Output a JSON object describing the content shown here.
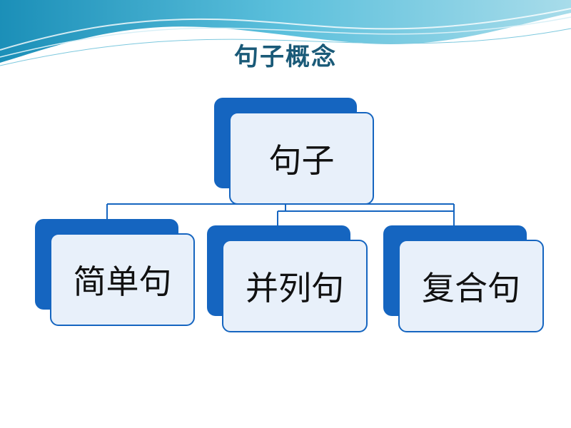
{
  "title": "句子概念",
  "root": {
    "label": "句子"
  },
  "children": [
    {
      "label": "简单句"
    },
    {
      "label": "并列句"
    },
    {
      "label": "复合句"
    }
  ],
  "colors": {
    "node_dark": "#1565c0",
    "node_light": "#e8f0fa",
    "title": "#1a5a78",
    "wave": "#2a9cc4"
  }
}
